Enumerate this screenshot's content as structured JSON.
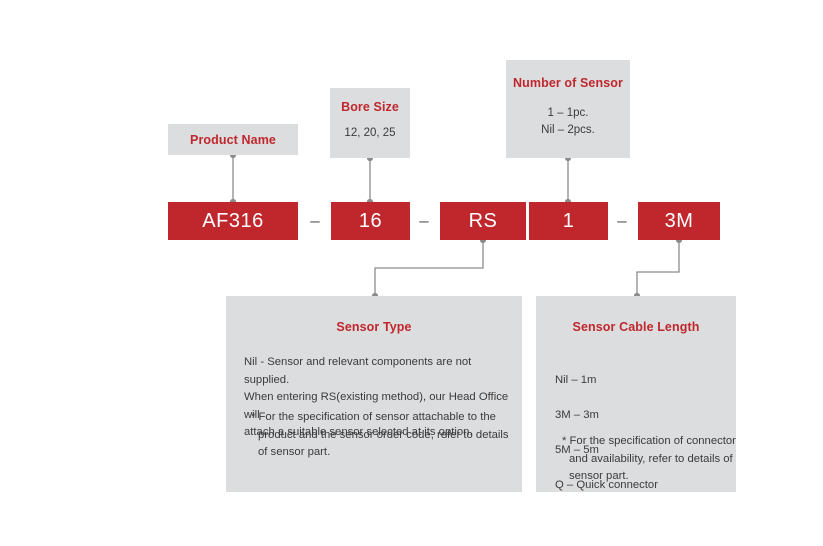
{
  "meta": {
    "accent_red": "#C0272D",
    "box_gray": "#DCDDDF",
    "text_gray": "#3B3B3B",
    "connector_gray": "#8C8C8C",
    "background": "#FFFFFF"
  },
  "part_number": {
    "segments": [
      {
        "code": "AF316",
        "key": "product-name"
      },
      {
        "code": "16",
        "key": "bore-size"
      },
      {
        "code": "RS",
        "key": "sensor-type"
      },
      {
        "code": "1",
        "key": "number-of-sensor"
      },
      {
        "code": "3M",
        "key": "sensor-cable-length"
      }
    ],
    "separators": [
      "–",
      "–",
      "–"
    ]
  },
  "callouts": {
    "product_name": {
      "title": "Product Name",
      "body": ""
    },
    "bore_size": {
      "title": "Bore Size",
      "body": "12, 20, 25"
    },
    "number_of_sensor": {
      "title": "Number of Sensor",
      "line1": "1 – 1pc.",
      "line2": "Nil – 2pcs."
    },
    "sensor_type": {
      "title": "Sensor Type",
      "paragraph": "Nil - Sensor and relevant components are not supplied.\nWhen entering RS(existing method), our Head Office will\nattach a suitable sensor selected at its option.",
      "note": "* For the specification of sensor attachable to the\n   product and the sensor order code, refer to details\n   of sensor part."
    },
    "sensor_cable_length": {
      "title": "Sensor Cable Length",
      "options": [
        "Nil – 1m",
        "3M – 3m",
        "5M – 5m",
        "Q – Quick connector"
      ],
      "note": "* For the specification of connector\n   and availability, refer to details of\n   sensor part."
    }
  }
}
